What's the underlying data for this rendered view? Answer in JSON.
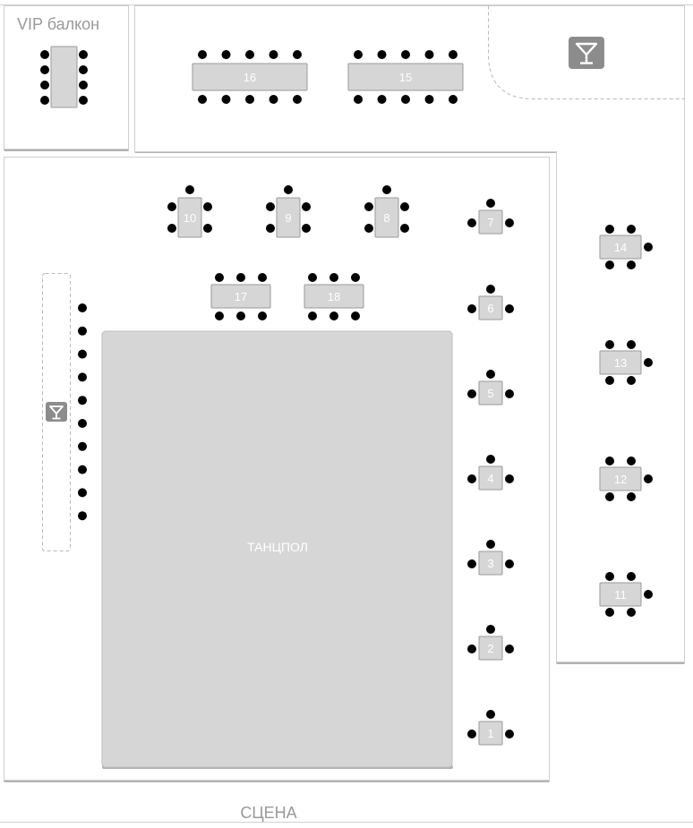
{
  "labels": {
    "vip_balcony": "VIP балкон",
    "dance_floor": "ТАНЦПОЛ",
    "stage": "СЦЕНА"
  },
  "icons": {
    "bar": "cocktail-glass-icon"
  },
  "colors": {
    "table_fill": "#d6d6d6",
    "seat": "#000000",
    "bar_icon_bg": "#8c8c8c"
  },
  "tables": [
    {
      "id": "1",
      "label": "1"
    },
    {
      "id": "2",
      "label": "2"
    },
    {
      "id": "3",
      "label": "3"
    },
    {
      "id": "4",
      "label": "4"
    },
    {
      "id": "5",
      "label": "5"
    },
    {
      "id": "6",
      "label": "6"
    },
    {
      "id": "7",
      "label": "7"
    },
    {
      "id": "8",
      "label": "8"
    },
    {
      "id": "9",
      "label": "9"
    },
    {
      "id": "10",
      "label": "10"
    },
    {
      "id": "11",
      "label": "11"
    },
    {
      "id": "12",
      "label": "12"
    },
    {
      "id": "13",
      "label": "13"
    },
    {
      "id": "14",
      "label": "14"
    },
    {
      "id": "15",
      "label": "15"
    },
    {
      "id": "16",
      "label": "16"
    },
    {
      "id": "17",
      "label": "17"
    },
    {
      "id": "18",
      "label": "18"
    }
  ]
}
